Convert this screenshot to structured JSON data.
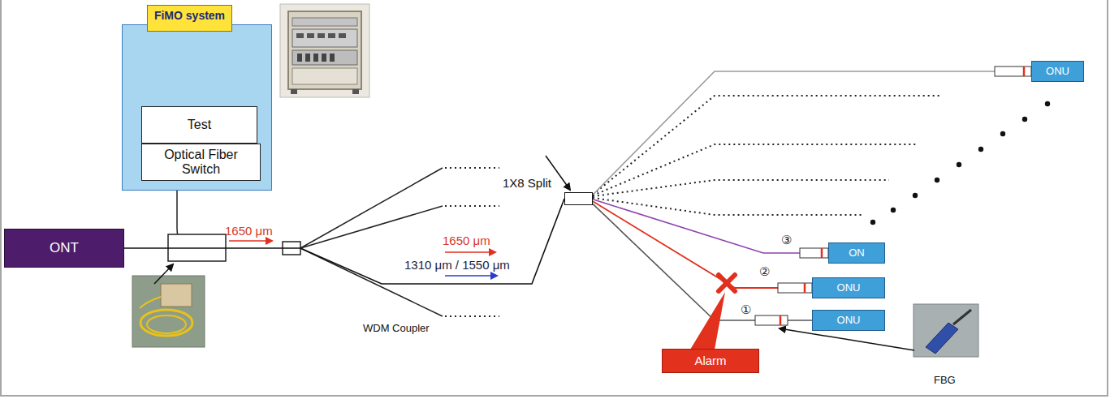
{
  "diagram": {
    "nodes": [
      {
        "text": [
          "FiMO system"
        ]
      },
      {
        "text": [
          "Test"
        ],
        "in": 0
      },
      {
        "text": [
          "Optical Fiber Switch"
        ],
        "in": 0
      },
      {
        "text": [
          "ONT"
        ]
      },
      {
        "text": [
          "1X8 Split"
        ]
      },
      {
        "text": [
          "ONU"
        ]
      },
      {
        "text": [
          "ON"
        ]
      },
      {
        "text": [
          "ONU"
        ]
      },
      {
        "text": [
          "ONU"
        ]
      },
      {
        "text": [
          "Alarm"
        ]
      }
    ],
    "edges": [
      {
        "from": 3,
        "to": 4,
        "arrow": "none"
      },
      {
        "from": 4,
        "to": 5,
        "arrow": "none"
      },
      {
        "from": 4,
        "to": 6,
        "arrow": "none"
      },
      {
        "from": 4,
        "to": 7,
        "arrow": "none"
      },
      {
        "from": 4,
        "to": 8,
        "arrow": "none"
      }
    ],
    "labels": [
      "1650 μm",
      "1650 μm",
      "1310 μm / 1550 μm",
      "③",
      "②",
      "①",
      "WDM Coupler",
      "FBG"
    ]
  }
}
